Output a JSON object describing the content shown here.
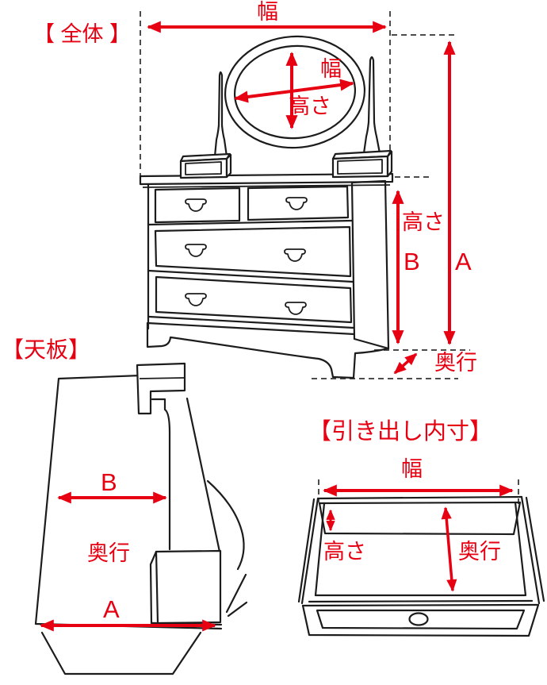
{
  "diagram_title": "furniture-dimension-diagram",
  "colors": {
    "accent_red": "#e60012",
    "line_black": "#1c1c1c",
    "dash_gray": "#4d4d4d",
    "background": "#ffffff"
  },
  "sections": {
    "overall": {
      "title": "【 全体 】",
      "width_label": "幅",
      "mirror_width_label": "幅",
      "mirror_height_label": "高さ",
      "body_height_label": "高さ",
      "body_height_letter": "B",
      "total_height_letter": "A",
      "depth_label": "奥行"
    },
    "top_board": {
      "title": "【天板】",
      "width_letter": "B",
      "depth_label": "奥行",
      "full_width_letter": "A"
    },
    "drawer_inner": {
      "title": "【引き出し内寸】",
      "width_label": "幅",
      "height_label": "高さ",
      "depth_label": "奥行"
    }
  }
}
